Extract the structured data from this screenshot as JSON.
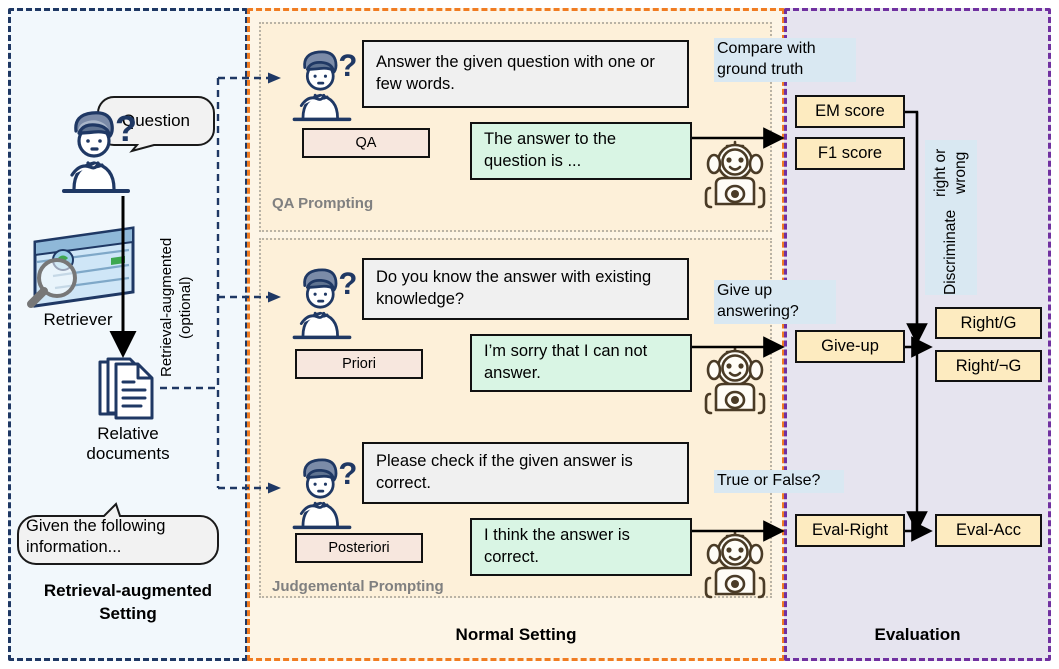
{
  "panels": {
    "retrieval": {
      "title_line1": "Retrieval-augmented",
      "title_line2": "Setting",
      "border_color": "#1f3864",
      "bg": "#f2f8fc"
    },
    "normal": {
      "title": "Normal Setting",
      "border_color": "#f07c22",
      "bg": "#fdf5e6"
    },
    "evaluation": {
      "title": "Evaluation",
      "border_color": "#7030a0",
      "bg": "#e6e4ef"
    }
  },
  "retrieval": {
    "question_bubble": "Question",
    "user_icon": "thinking-person-icon",
    "retriever_icon": "search-browser-icon",
    "retriever_label": "Retriever",
    "documents_icon": "stacked-documents-icon",
    "documents_label_line1": "Relative",
    "documents_label_line2": "documents",
    "optional_label_line1": "Retrieval-augmented",
    "optional_label_line2": "(optional)",
    "context_bubble_line1": "Given the following",
    "context_bubble_line2": "information..."
  },
  "subpanels": {
    "qa": {
      "title": "QA Prompting"
    },
    "judgemental": {
      "title": "Judgemental Prompting"
    }
  },
  "rows": [
    {
      "id": "qa",
      "prompt": "Answer the given question with one or few words.",
      "tag": "QA",
      "answer": "The answer to the question is ...",
      "note_line1": "Compare with",
      "note_line2": "ground truth",
      "bot_icon": "robot-icon",
      "user_icon": "thinking-person-icon"
    },
    {
      "id": "priori",
      "prompt": "Do you know the answer with existing knowledge?",
      "tag": "Priori",
      "answer": "I’m sorry that I can not answer.",
      "note_line1": "Give up",
      "note_line2": "answering?",
      "bot_icon": "robot-icon",
      "user_icon": "thinking-person-icon"
    },
    {
      "id": "posteriori",
      "prompt": "Please check if the given answer is correct.",
      "tag": "Posteriori",
      "answer": "I think the answer is correct.",
      "note_line1": "True or False?",
      "note_line2": "",
      "bot_icon": "robot-icon",
      "user_icon": "thinking-person-icon"
    }
  ],
  "evaluation": {
    "metrics": [
      {
        "id": "em",
        "label": "EM score"
      },
      {
        "id": "f1",
        "label": "F1 score"
      },
      {
        "id": "giveup",
        "label": "Give-up"
      },
      {
        "id": "evalright",
        "label": "Eval-Right"
      }
    ],
    "outcomes": [
      {
        "id": "right-g",
        "label": "Right/G"
      },
      {
        "id": "right-not-g",
        "label": "Right/¬G"
      },
      {
        "id": "eval-acc",
        "label": "Eval-Acc"
      }
    ],
    "discriminate_line1": "Discriminate",
    "discriminate_line2": "right or wrong"
  },
  "colors": {
    "prompt_bg": "#f0f0f0",
    "answer_bg": "#d9f5e4",
    "tag_bg": "#f7e7de",
    "eval_bg": "#fdebc0",
    "note_bg": "#d9e8f2",
    "subpanel_bg": "#fdf0d9",
    "dark_blue": "#1f3864",
    "orange": "#f07c22",
    "purple": "#7030a0"
  }
}
